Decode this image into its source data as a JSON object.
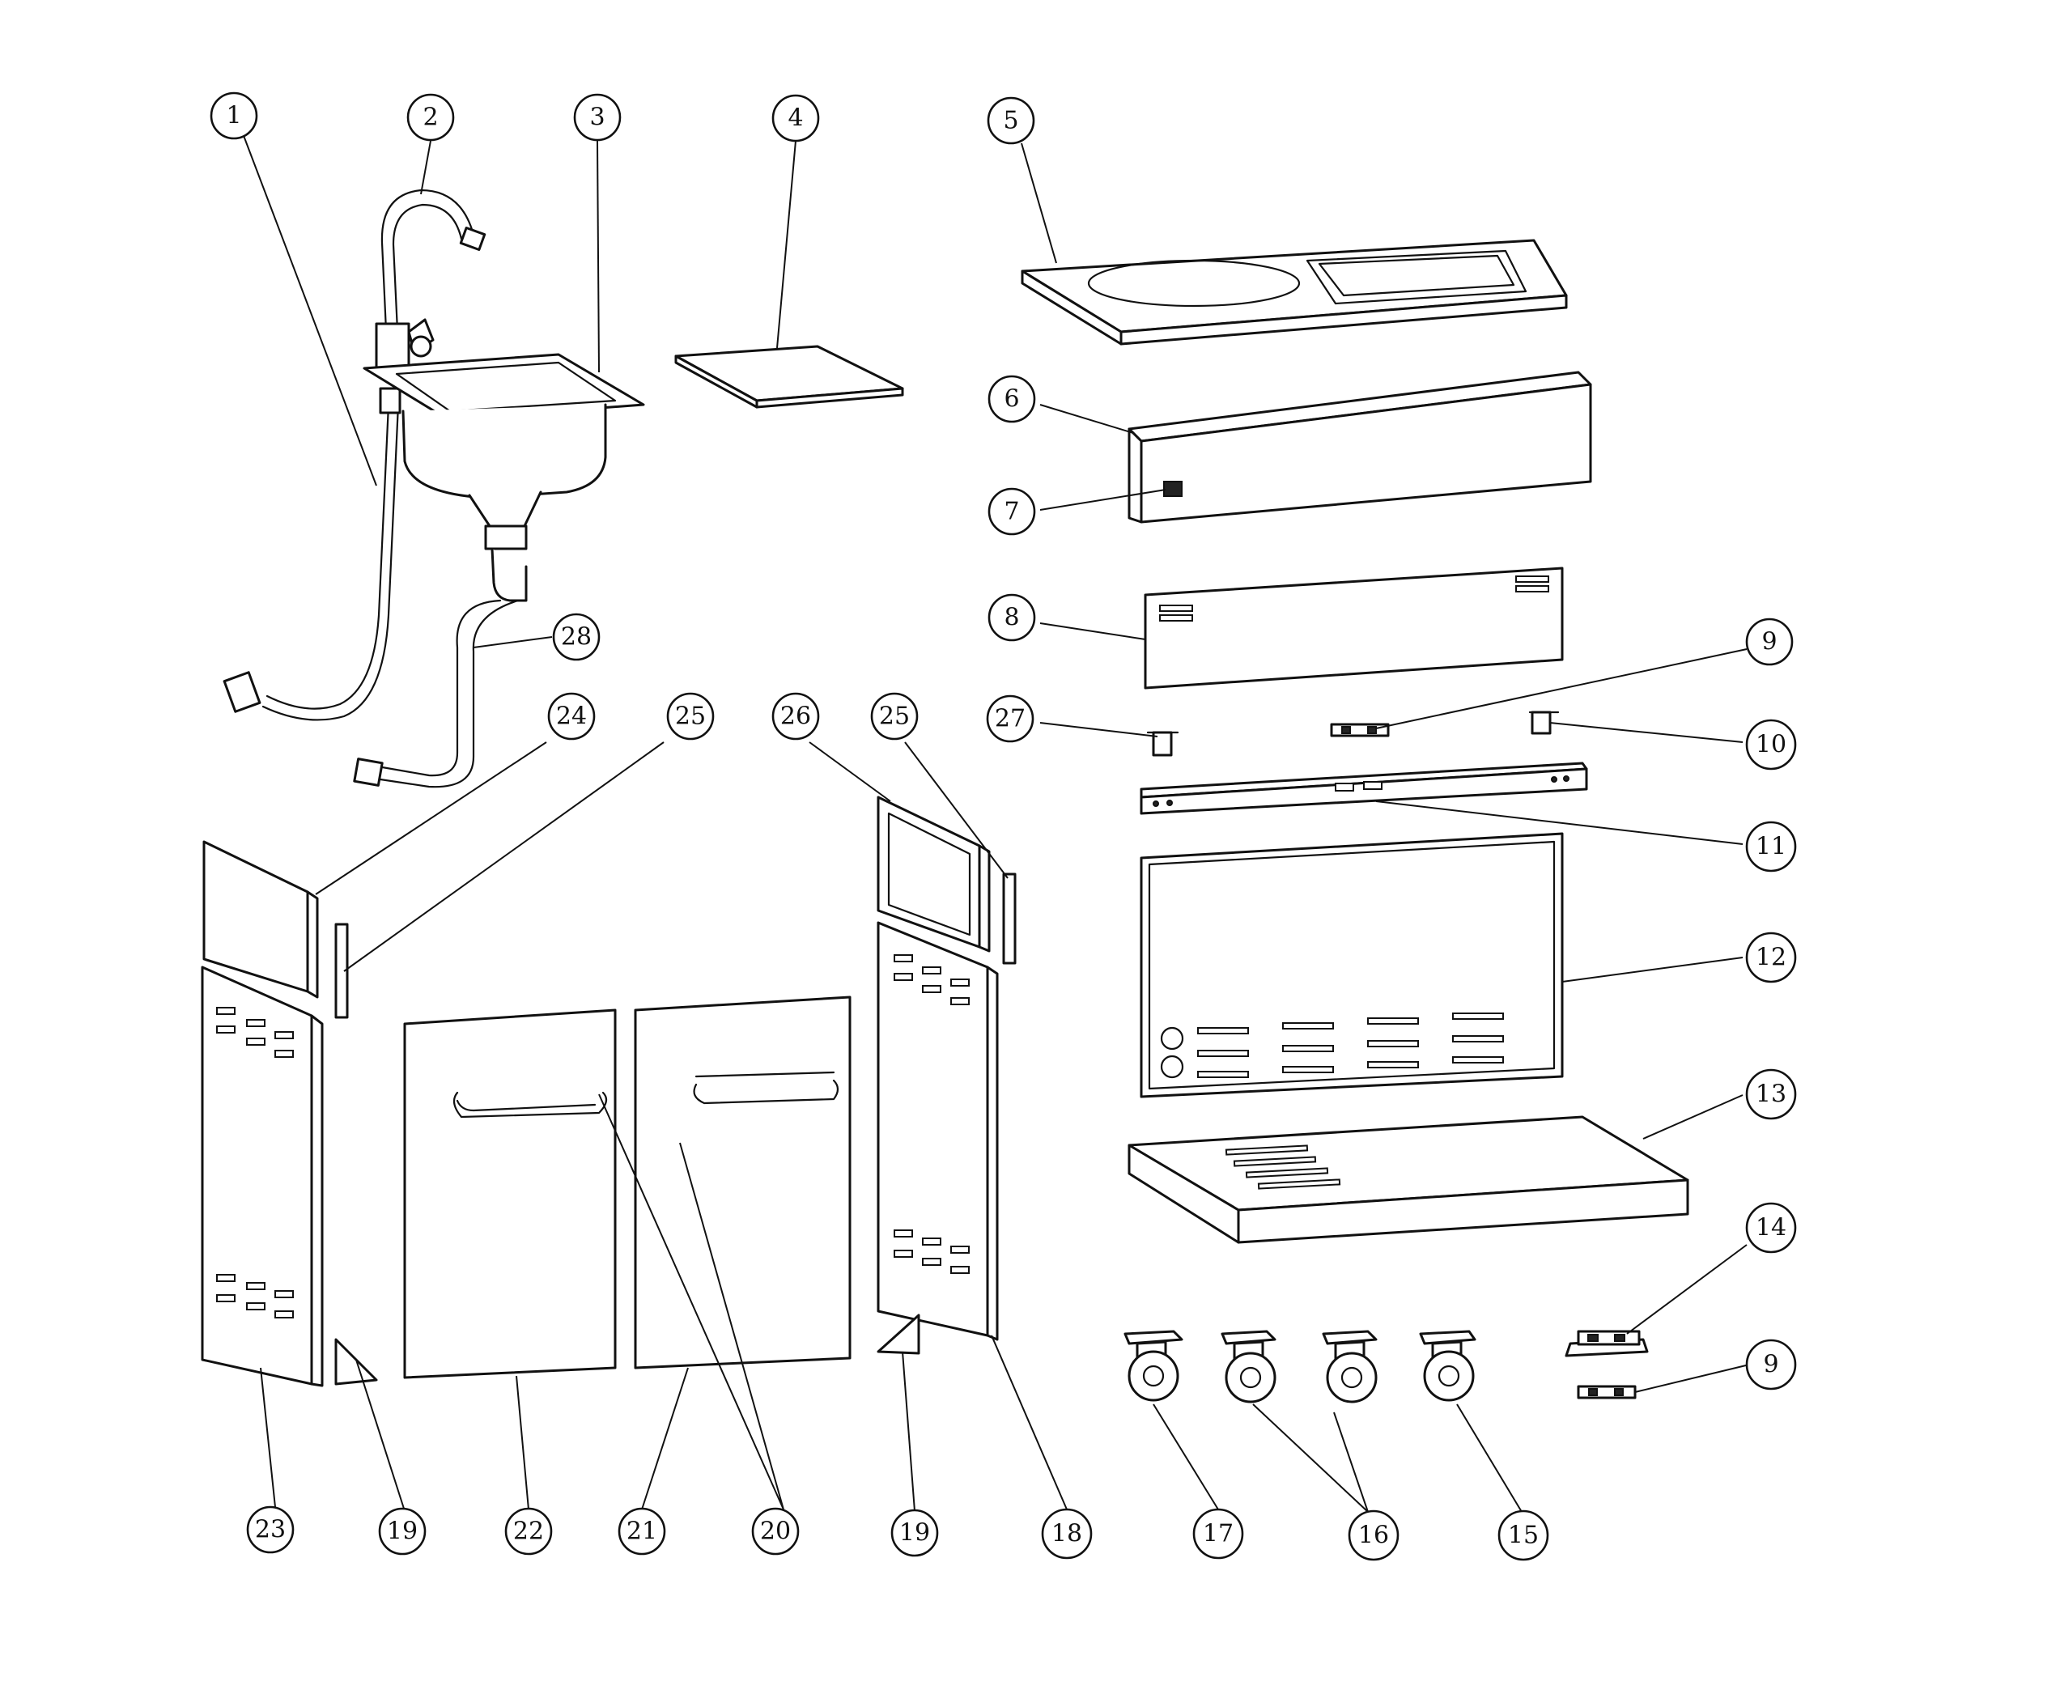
{
  "diagram": {
    "type": "exploded-parts-diagram",
    "callout_style": {
      "line_color": "#111111",
      "background": "#ffffff"
    },
    "callouts": [
      {
        "id": "c1",
        "label": "1"
      },
      {
        "id": "c2",
        "label": "2"
      },
      {
        "id": "c3",
        "label": "3"
      },
      {
        "id": "c4",
        "label": "4"
      },
      {
        "id": "c5",
        "label": "5"
      },
      {
        "id": "c6",
        "label": "6"
      },
      {
        "id": "c7",
        "label": "7"
      },
      {
        "id": "c8",
        "label": "8"
      },
      {
        "id": "c9a",
        "label": "9"
      },
      {
        "id": "c10",
        "label": "10"
      },
      {
        "id": "c11",
        "label": "11"
      },
      {
        "id": "c12",
        "label": "12"
      },
      {
        "id": "c13",
        "label": "13"
      },
      {
        "id": "c14",
        "label": "14"
      },
      {
        "id": "c9b",
        "label": "9"
      },
      {
        "id": "c15",
        "label": "15"
      },
      {
        "id": "c16",
        "label": "16"
      },
      {
        "id": "c17",
        "label": "17"
      },
      {
        "id": "c18",
        "label": "18"
      },
      {
        "id": "c19b",
        "label": "19"
      },
      {
        "id": "c20",
        "label": "20"
      },
      {
        "id": "c21",
        "label": "21"
      },
      {
        "id": "c22",
        "label": "22"
      },
      {
        "id": "c19a",
        "label": "19"
      },
      {
        "id": "c23",
        "label": "23"
      },
      {
        "id": "c24",
        "label": "24"
      },
      {
        "id": "c25a",
        "label": "25"
      },
      {
        "id": "c26",
        "label": "26"
      },
      {
        "id": "c25b",
        "label": "25"
      },
      {
        "id": "c27",
        "label": "27"
      },
      {
        "id": "c28",
        "label": "28"
      }
    ]
  }
}
